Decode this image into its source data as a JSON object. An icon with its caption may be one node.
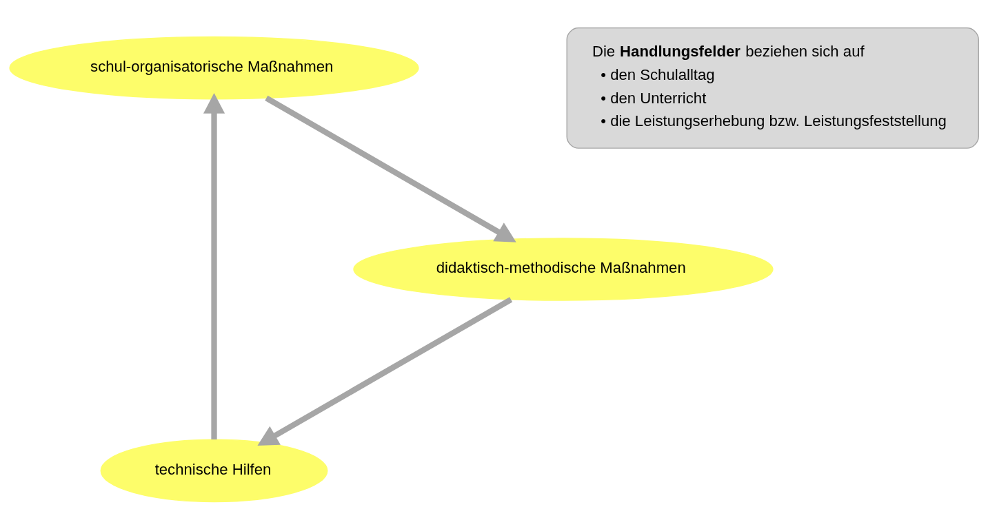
{
  "diagram": {
    "nodes": [
      {
        "text": [
          "technische Hilfen"
        ]
      },
      {
        "text": [
          "schul-organisatorische Maßnahmen"
        ]
      },
      {
        "text": [
          "didaktisch-methodische Maßnahmen"
        ]
      },
      {
        "text": [
          "Die **Handlungsfelder** beziehen sich auf",
          "• den Schulalltag",
          "• den Unterricht",
          "• die Leistungserhebung bzw. Leistungsfeststellung"
        ]
      }
    ],
    "edges": [
      {
        "from": 0,
        "to": 1,
        "arrow": "to"
      },
      {
        "from": 1,
        "to": 2,
        "arrow": "to"
      },
      {
        "from": 2,
        "to": 0,
        "arrow": "to"
      }
    ]
  }
}
